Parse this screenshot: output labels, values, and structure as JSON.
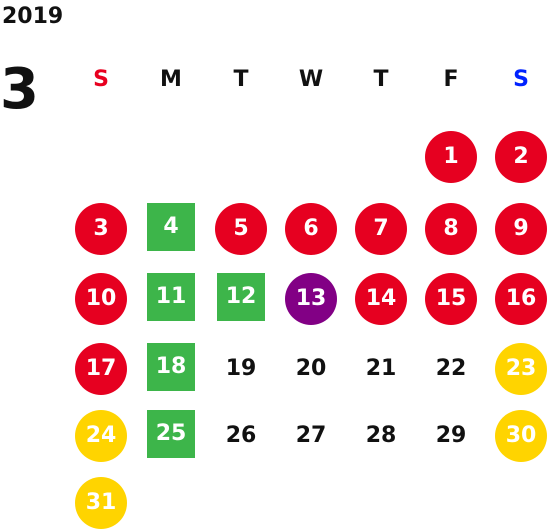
{
  "year": "2019",
  "month": "3",
  "weekdays": [
    "S",
    "M",
    "T",
    "W",
    "T",
    "F",
    "S"
  ],
  "colors": {
    "sunday_header": "#e8001f",
    "saturday_header": "#0022ff",
    "red": "#e60020",
    "green": "#3db54a",
    "purple": "#820085",
    "yellow": "#ffd400"
  },
  "weeks": [
    [
      {
        "text": "",
        "style": "empty"
      },
      {
        "text": "",
        "style": "empty"
      },
      {
        "text": "",
        "style": "empty"
      },
      {
        "text": "",
        "style": "empty"
      },
      {
        "text": "",
        "style": "empty"
      },
      {
        "text": "1",
        "style": "red"
      },
      {
        "text": "2",
        "style": "red"
      }
    ],
    [
      {
        "text": "3",
        "style": "red"
      },
      {
        "text": "4",
        "style": "green"
      },
      {
        "text": "5",
        "style": "red"
      },
      {
        "text": "6",
        "style": "red"
      },
      {
        "text": "7",
        "style": "red"
      },
      {
        "text": "8",
        "style": "red"
      },
      {
        "text": "9",
        "style": "red"
      }
    ],
    [
      {
        "text": "10",
        "style": "red"
      },
      {
        "text": "11",
        "style": "green"
      },
      {
        "text": "12",
        "style": "green"
      },
      {
        "text": "13",
        "style": "purple"
      },
      {
        "text": "14",
        "style": "red"
      },
      {
        "text": "15",
        "style": "red"
      },
      {
        "text": "16",
        "style": "red"
      }
    ],
    [
      {
        "text": "17",
        "style": "red"
      },
      {
        "text": "18",
        "style": "green"
      },
      {
        "text": "19",
        "style": "plain"
      },
      {
        "text": "20",
        "style": "plain"
      },
      {
        "text": "21",
        "style": "plain"
      },
      {
        "text": "22",
        "style": "plain"
      },
      {
        "text": "23",
        "style": "yellow"
      }
    ],
    [
      {
        "text": "24",
        "style": "yellow"
      },
      {
        "text": "25",
        "style": "green"
      },
      {
        "text": "26",
        "style": "plain"
      },
      {
        "text": "27",
        "style": "plain"
      },
      {
        "text": "28",
        "style": "plain"
      },
      {
        "text": "29",
        "style": "plain"
      },
      {
        "text": "30",
        "style": "yellow"
      }
    ],
    [
      {
        "text": "31",
        "style": "yellow"
      },
      {
        "text": "",
        "style": "empty"
      },
      {
        "text": "",
        "style": "empty"
      },
      {
        "text": "",
        "style": "empty"
      },
      {
        "text": "",
        "style": "empty"
      },
      {
        "text": "",
        "style": "empty"
      },
      {
        "text": "",
        "style": "empty"
      }
    ]
  ]
}
